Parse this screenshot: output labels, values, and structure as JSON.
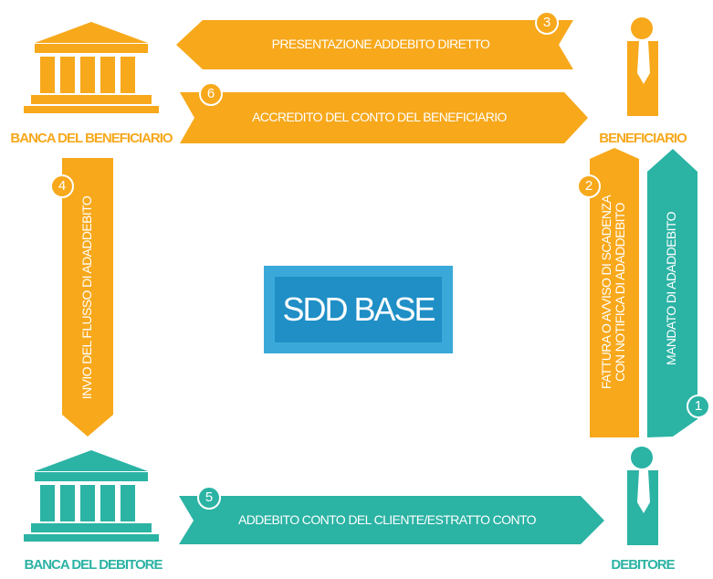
{
  "colors": {
    "orange": "#f7a81b",
    "teal": "#2bb3a4",
    "blue_light": "#3aa9d9",
    "blue_dark": "#1f8fc6"
  },
  "center": {
    "title": "SDD BASE"
  },
  "nodes": {
    "bank_beneficiary": {
      "label": "BANCA DEL BENEFICIARIO",
      "icon": "bank-icon"
    },
    "beneficiary": {
      "label": "BENEFICIARIO",
      "icon": "person-icon"
    },
    "bank_debtor": {
      "label": "BANCA DEL DEBITORE",
      "icon": "bank-icon"
    },
    "debtor": {
      "label": "DEBITORE",
      "icon": "person-icon"
    }
  },
  "steps": {
    "s1": {
      "number": "1",
      "label": "MANDATO DI ADADDEBITO"
    },
    "s2": {
      "number": "2",
      "label_line1": "FATTURA O AVVISO DI SCADENZA",
      "label_line2": "CON NOTIFICA DI ADADDEBITO"
    },
    "s3": {
      "number": "3",
      "label": "PRESENTAZIONE ADDEBITO DIRETTO"
    },
    "s4": {
      "number": "4",
      "label": "INVIO DEL FLUSSO DI ADADDEBITO"
    },
    "s5": {
      "number": "5",
      "label": "ADDEBITO  CONTO DEL CLIENTE/ESTRATTO CONTO"
    },
    "s6": {
      "number": "6",
      "label": "ACCREDITO DEL CONTO DEL BENEFICIARIO"
    }
  }
}
